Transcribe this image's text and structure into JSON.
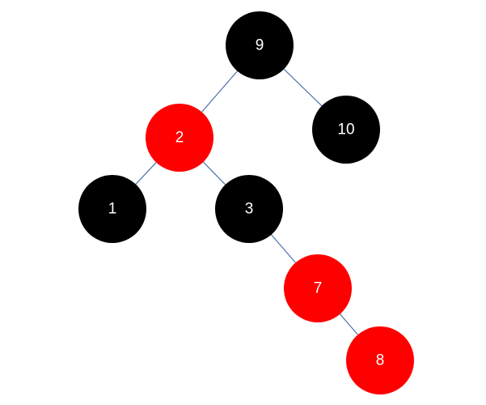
{
  "diagram": {
    "colors": {
      "black_node": "#000000",
      "red_node": "#ff0000",
      "edge": "#4a72b0",
      "label": "#ffffff"
    },
    "nodes": [
      {
        "id": "n9",
        "label": "9",
        "color": "black"
      },
      {
        "id": "n2",
        "label": "2",
        "color": "red"
      },
      {
        "id": "n10",
        "label": "10",
        "color": "black"
      },
      {
        "id": "n1",
        "label": "1",
        "color": "black"
      },
      {
        "id": "n3",
        "label": "3",
        "color": "black"
      },
      {
        "id": "n7",
        "label": "7",
        "color": "red"
      },
      {
        "id": "n8",
        "label": "8",
        "color": "red"
      }
    ],
    "edges": [
      {
        "from": "n9",
        "to": "n2"
      },
      {
        "from": "n9",
        "to": "n10"
      },
      {
        "from": "n2",
        "to": "n1"
      },
      {
        "from": "n2",
        "to": "n3"
      },
      {
        "from": "n3",
        "to": "n7"
      },
      {
        "from": "n7",
        "to": "n8"
      }
    ]
  }
}
